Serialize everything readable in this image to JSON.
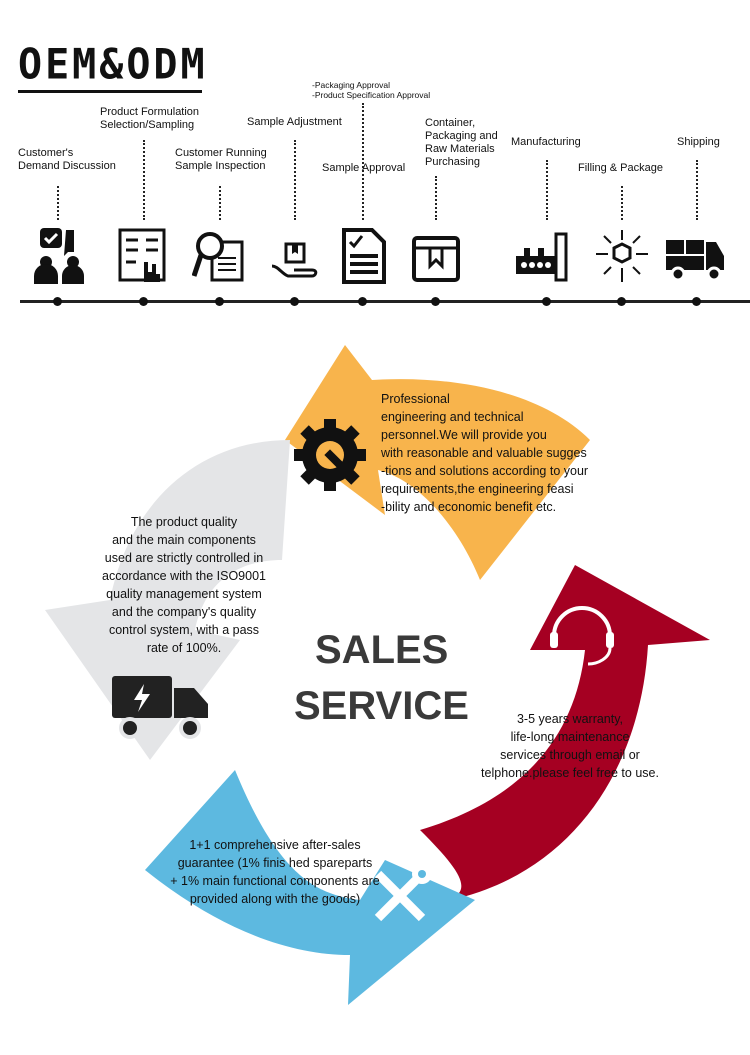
{
  "logo": "OEM&ODM",
  "steps": [
    {
      "label": "Customer's\nDemand Discussion",
      "icon": "customer-discussion-icon"
    },
    {
      "label": "Product Formulation\nSelection/Sampling",
      "icon": "formulation-icon"
    },
    {
      "label": "Customer Running\nSample Inspection",
      "icon": "inspection-icon"
    },
    {
      "label": "Sample Adjustment",
      "icon": "hand-box-icon"
    },
    {
      "label": "Sample Approval",
      "icon": "checklist-icon"
    },
    {
      "label": "Container,\nPackaging and\nRaw Materials\nPurchasing",
      "icon": "box-icon"
    },
    {
      "label": "Manufacturing",
      "icon": "factory-icon"
    },
    {
      "label": "Filling & Package",
      "icon": "package-icon"
    },
    {
      "label": "Shipping",
      "icon": "truck-icon"
    }
  ],
  "approval_notes": "-Packaging Approval\n-Product Specification Approval",
  "center_title": [
    "SALES",
    "SERVICE"
  ],
  "colors": {
    "orange": "#F8B44C",
    "gray": "#E4E5E7",
    "red": "#A50022",
    "blue": "#5DB9E0"
  },
  "panels": {
    "orange": "Professional\nengineering and technical\npersonnel.We will provide you\nwith reasonable and valuable sugges\n-tions and solutions according to your\nrequirements,the engineering feasi\n-bility and economic benefit etc.",
    "gray": "The product quality\nand the main components\nused are strictly controlled in\naccordance with the ISO9001\nquality management system\nand the company's quality\ncontrol system, with a pass\nrate of 100%.",
    "red": "3-5 years warranty,\nlife-long maintenance\nservices through email or\ntelphone.please feel free to use.",
    "blue": "1+1 comprehensive after-sales\nguarantee (1% finis hed spareparts\n+ 1% main functional components are\nprovided along with the goods)"
  }
}
